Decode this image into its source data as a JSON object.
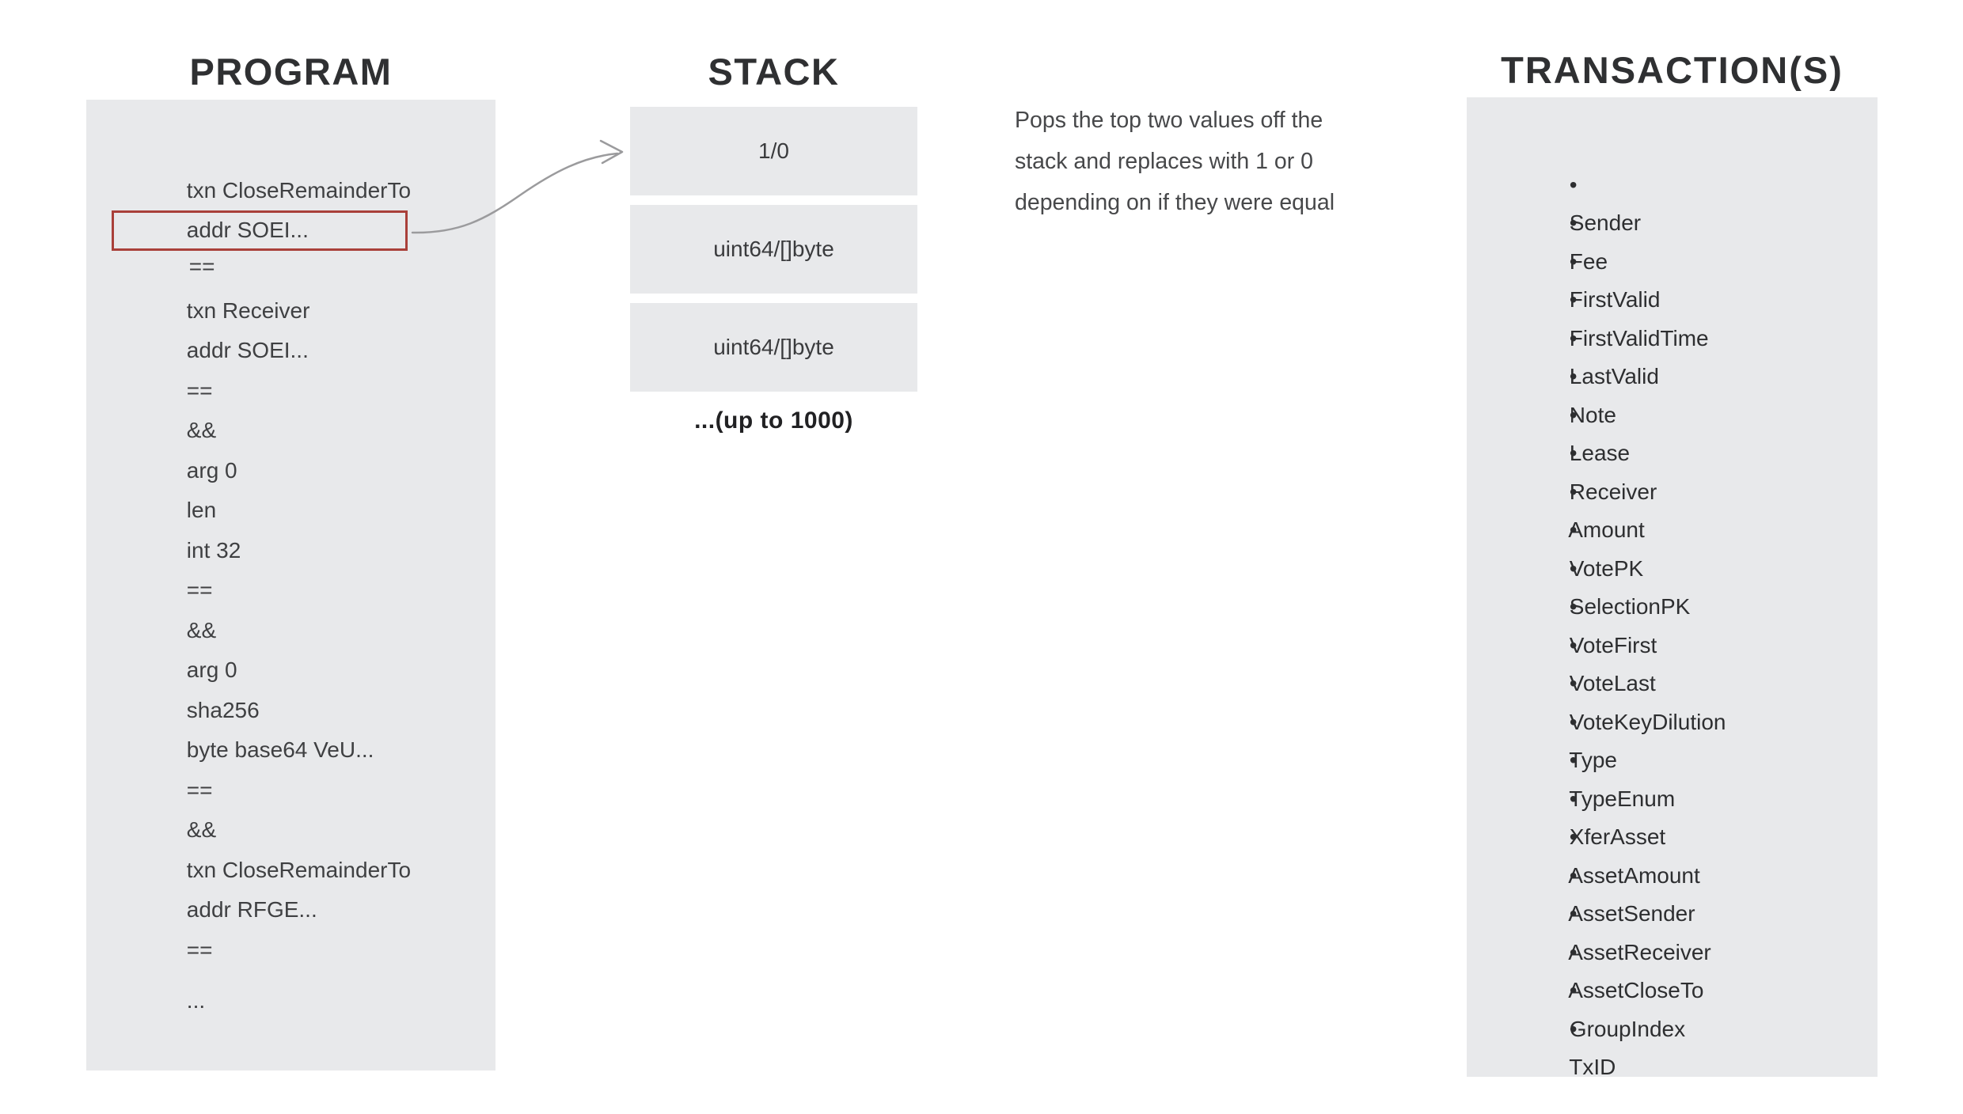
{
  "program": {
    "title": "PROGRAM",
    "highlighted_line_index": 2,
    "lines": [
      "txn CloseRemainderTo",
      "addr SOEI...",
      "==",
      "txn Receiver",
      "addr SOEI...",
      "==",
      "&&",
      "arg 0",
      "len",
      "int 32",
      "==",
      "&&",
      "arg 0",
      "sha256",
      "byte base64 VeU...",
      "==",
      "&&",
      "txn CloseRemainderTo",
      "addr RFGE...",
      "==",
      "..."
    ]
  },
  "stack": {
    "title": "STACK",
    "boxes": [
      "1/0",
      "uint64/[]byte",
      "uint64/[]byte"
    ],
    "caption": "...(up to 1000)"
  },
  "description": {
    "lines": [
      "Pops the top two values off the",
      "stack and replaces with 1 or 0",
      "depending on if they were equal"
    ]
  },
  "transactions": {
    "title": "TRANSACTION(S)",
    "bullet": "•",
    "items": [
      "Sender",
      "Fee",
      "FirstValid",
      "FirstValidTime",
      "LastValid",
      "Note",
      "Lease",
      "Receiver",
      "Amount",
      "VotePK",
      "SelectionPK",
      "VoteFirst",
      "VoteLast",
      "VoteKeyDilution",
      "Type",
      "TypeEnum",
      "XferAsset",
      "AssetAmount",
      "AssetSender",
      "AssetReceiver",
      "AssetCloseTo",
      "GroupIndex",
      "TxID"
    ]
  },
  "colors": {
    "panel_bg": "#e8e9eb",
    "highlight_border": "#a9403a",
    "arrow": "#9b9b9d"
  }
}
